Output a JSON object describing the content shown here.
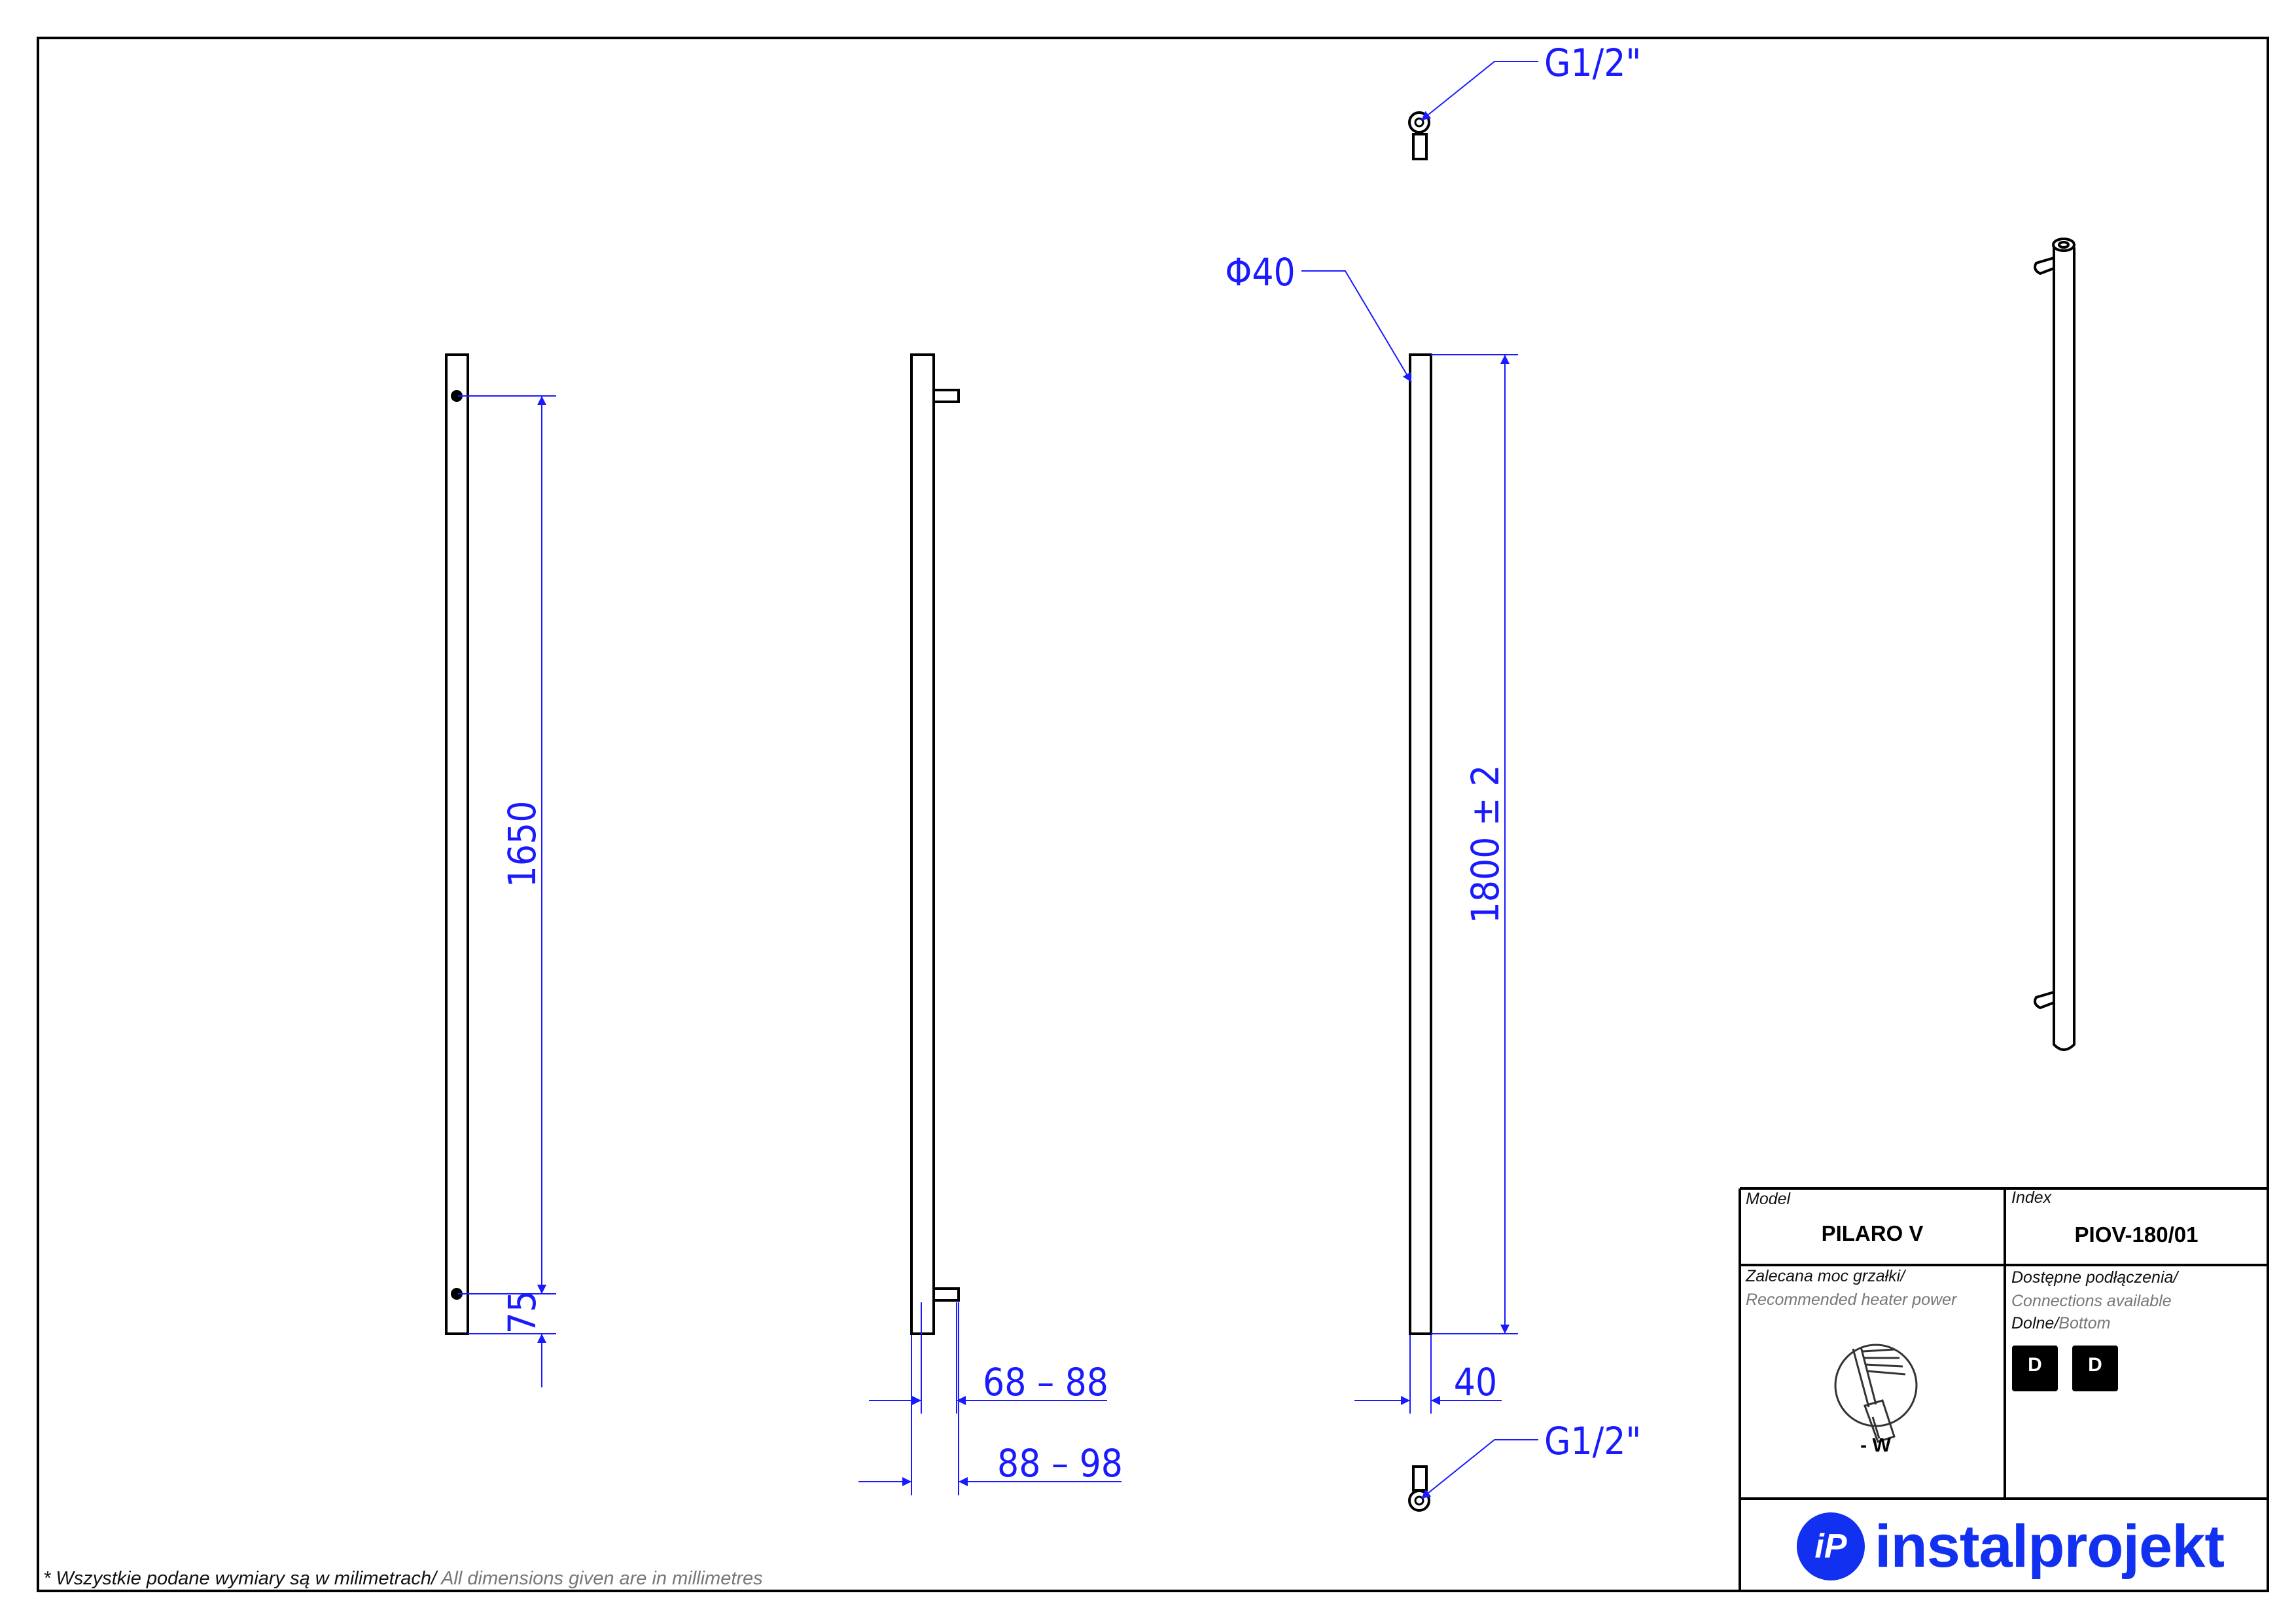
{
  "dimensions": {
    "front_pitch": "1650",
    "front_offset": "75",
    "side_depth_1": "68 – 88",
    "side_depth_2": "88 – 98",
    "height": "1800  ± 2",
    "tube_width": "40",
    "diameter": "Φ40",
    "thread_top": "G1/2\"",
    "thread_bottom": "G1/2\""
  },
  "title_block": {
    "model_label": "Model",
    "model_value": "PILARO V",
    "index_label": "Index",
    "index_value": "PIOV-180/01",
    "power_label_pl": "Zalecana moc grzałki/",
    "power_label_en": "Recommended heater power",
    "power_value": "- W",
    "connections_label_pl": "Dostępne podłączenia/",
    "connections_label_en": "Connections available",
    "connections_type_pl": "Dolne/",
    "connections_type_en": "Bottom",
    "connection_badges": [
      "D",
      "D"
    ]
  },
  "brand": {
    "name": "instalprojekt",
    "color": "#1230f0"
  },
  "footnote": {
    "pl": "* Wszystkie podane wymiary są w milimetrach/",
    "en": " All dimensions given are in millimetres"
  },
  "colors": {
    "dimension": "#1a1aff",
    "outline": "#000000"
  }
}
